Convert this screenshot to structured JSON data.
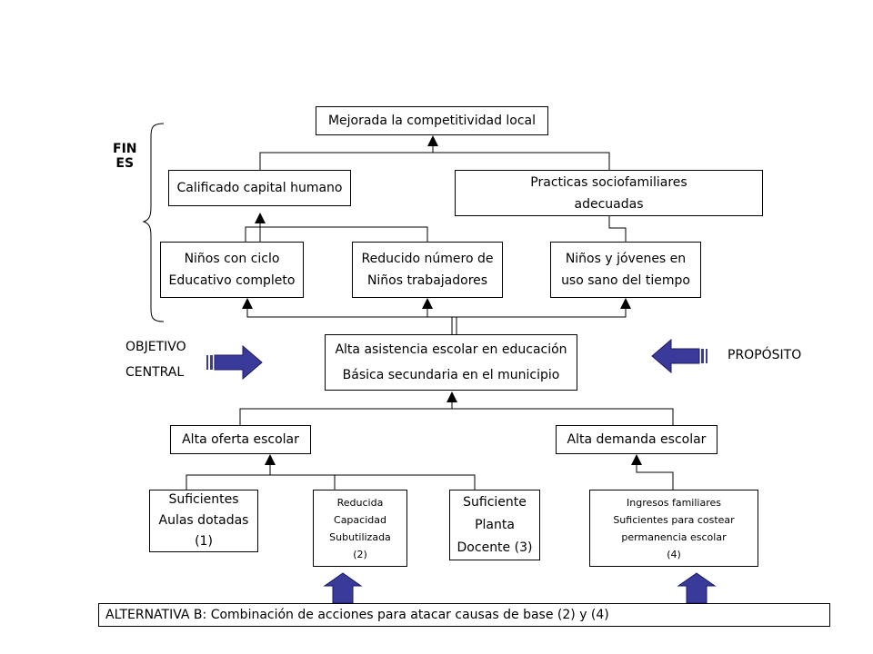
{
  "fines_label": [
    "FIN",
    "ES"
  ],
  "fin": {
    "top": "Mejorada la competitividad  local",
    "capital": "Calificado capital humano",
    "practicas": [
      "Practicas sociofamiliares",
      "adecuadas"
    ],
    "ninos_ciclo": [
      "Niños con ciclo",
      "Educativo completo"
    ],
    "reducido": [
      "Reducido número de",
      "Niños trabajadores"
    ],
    "jovenes": [
      "Niños y jóvenes en",
      "uso sano del tiempo"
    ]
  },
  "objetivo_label": [
    "OBJETIVO",
    "CENTRAL"
  ],
  "proposito_label": "PROPÓSITO",
  "central": [
    "Alta  asistencia escolar en educación",
    "Básica secundaria  en el municipio"
  ],
  "medios": {
    "oferta": "Alta  oferta escolar",
    "demanda": "Alta demanda escolar",
    "aulas": [
      "Suficientes",
      "Aulas dotadas",
      "(1)"
    ],
    "capacidad": [
      "Reducida",
      "Capacidad",
      "Subutilizada",
      "(2)"
    ],
    "planta": [
      "Suficiente",
      "Planta",
      "Docente (3)"
    ],
    "ingresos": [
      "Ingresos familiares",
      "Suficientes  para costear",
      "permanencia escolar",
      "(4)"
    ]
  },
  "alternativa": "ALTERNATIVA B: Combinación de acciones para atacar causas de base (2) y (4)",
  "colors": {
    "arrow_fill": "#3a3a9a",
    "arrow_stroke": "#1a1a66"
  }
}
